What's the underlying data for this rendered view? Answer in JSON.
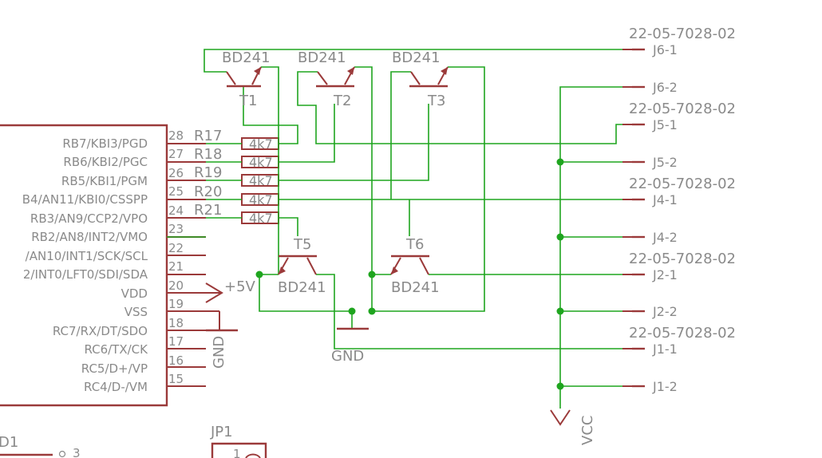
{
  "mcu": {
    "pins": [
      {
        "num": "28",
        "name": "RB7/KBI3/PGD"
      },
      {
        "num": "27",
        "name": "RB6/KBI2/PGC"
      },
      {
        "num": "26",
        "name": "RB5/KBI1/PGM"
      },
      {
        "num": "25",
        "name": "B4/AN11/KBI0/CSSPP"
      },
      {
        "num": "24",
        "name": "RB3/AN9/CCP2/VPO"
      },
      {
        "num": "23",
        "name": "RB2/AN8/INT2/VMO"
      },
      {
        "num": "22",
        "name": "/AN10/INT1/SCK/SCL"
      },
      {
        "num": "21",
        "name": "2/INT0/LFT0/SDI/SDA"
      },
      {
        "num": "20",
        "name": "VDD"
      },
      {
        "num": "19",
        "name": "VSS"
      },
      {
        "num": "18",
        "name": "RC7/RX/DT/SDO"
      },
      {
        "num": "17",
        "name": "RC6/TX/CK"
      },
      {
        "num": "16",
        "name": "RC5/D+/VP"
      },
      {
        "num": "15",
        "name": "RC4/D-/VM"
      }
    ]
  },
  "resistors": [
    {
      "ref": "R17",
      "value": "4k7"
    },
    {
      "ref": "R18",
      "value": "4k7"
    },
    {
      "ref": "R19",
      "value": "4k7"
    },
    {
      "ref": "R20",
      "value": "4k7"
    },
    {
      "ref": "R21",
      "value": "4k7"
    }
  ],
  "transistors": [
    {
      "ref": "T1",
      "value": "BD241"
    },
    {
      "ref": "T2",
      "value": "BD241"
    },
    {
      "ref": "T3",
      "value": "BD241"
    },
    {
      "ref": "T5",
      "value": "BD241"
    },
    {
      "ref": "T6",
      "value": "BD241"
    }
  ],
  "connectors": [
    {
      "part": "22-05-7028-02",
      "pins": [
        "J6-1",
        "J6-2"
      ]
    },
    {
      "part": "22-05-7028-02",
      "pins": [
        "J5-1",
        "J5-2"
      ]
    },
    {
      "part": "22-05-7028-02",
      "pins": [
        "J4-1",
        "J4-2"
      ]
    },
    {
      "part": "22-05-7028-02",
      "pins": [
        "J2-1",
        "J2-2"
      ]
    },
    {
      "part": "22-05-7028-02",
      "pins": [
        "J1-1",
        "J1-2"
      ]
    }
  ],
  "supplies": {
    "plus5v": "+5V",
    "gnd_mcu": "GND",
    "gnd_trans": "GND",
    "vcc": "VCC"
  },
  "partial": {
    "d1": "D1",
    "d1_pin": "3",
    "jp1": "JP1",
    "jp1_pin": "1"
  }
}
